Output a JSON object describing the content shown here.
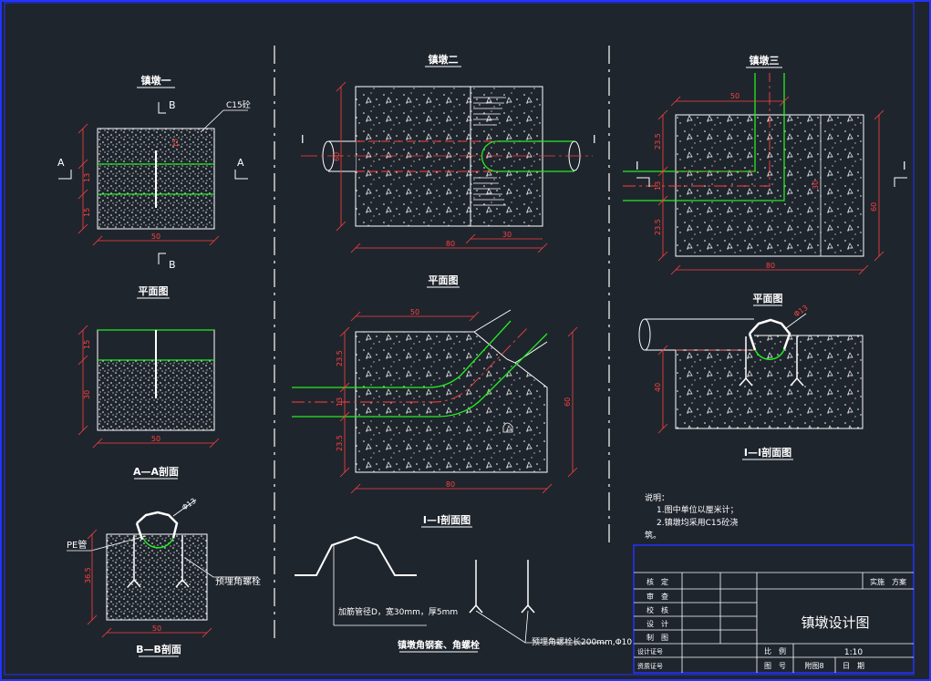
{
  "views": {
    "v1": {
      "title": "镇墩一",
      "material": "C15砼",
      "dim_w": "50",
      "dims_h": [
        "15",
        "13",
        "15"
      ]
    },
    "v1_plan": {
      "title": "平面图",
      "dim_w": "50",
      "dims_h": [
        "15",
        "30"
      ]
    },
    "aa": {
      "title": "A—A剖面"
    },
    "bb": {
      "title": "B—B剖面",
      "pe_label": "PE管",
      "bolt_label": "预埋角螺栓",
      "dia": "Φ13",
      "dim_w": "50",
      "dim_h": "36.5"
    },
    "v2": {
      "title": "镇墩二",
      "dim_w": "80",
      "dim_w2": "30",
      "dim_h": "60"
    },
    "v2_plan": {
      "title": "平面图",
      "dim_top": "50",
      "dim_bottom": "80",
      "dims_left": [
        "23.5",
        "13",
        "23.5"
      ],
      "dim_right": "60"
    },
    "i_sec": {
      "title": "I—I剖面图",
      "note1": "加筋管径D，宽30mm，厚5mm",
      "note2": "预埋角螺栓长200mm,Φ10",
      "bottom_title": "镇墩角钢套、角螺栓"
    },
    "v3": {
      "title": "镇墩三",
      "dim_top": "50",
      "dims_left": [
        "23.5",
        "13",
        "23.5"
      ],
      "dim_bottom": "80",
      "dim_mid": "30",
      "dim_right": "60"
    },
    "v3_plan": {
      "title": "平面图",
      "dia": "Φ13",
      "dim_h": "40"
    },
    "v3_isec": {
      "title": "I—I剖面图"
    }
  },
  "section_marks": {
    "a": "A",
    "b": "B",
    "i": "I"
  },
  "notes": {
    "heading": "说明：",
    "items": [
      "1.图中单位以厘米计；",
      "2.镇墩均采用C15砼浇",
      "筑。"
    ]
  },
  "titleblock": {
    "rows": [
      "核　定",
      "审　查",
      "校　核",
      "设　计",
      "制　图",
      "设计证号",
      "资质证号"
    ],
    "stage": "实施　方案",
    "drawing_title": "镇墩设计图",
    "scale_label": "比　例",
    "scale_value": "1:10",
    "number_label": "图　号",
    "number_value": "附图8",
    "date_label": "日　期"
  },
  "colors": {
    "background": "#1f252d",
    "frame": "#2233ff",
    "pipe": "#22ee22",
    "dimension": "#ff4040",
    "line": "#ffffff"
  }
}
